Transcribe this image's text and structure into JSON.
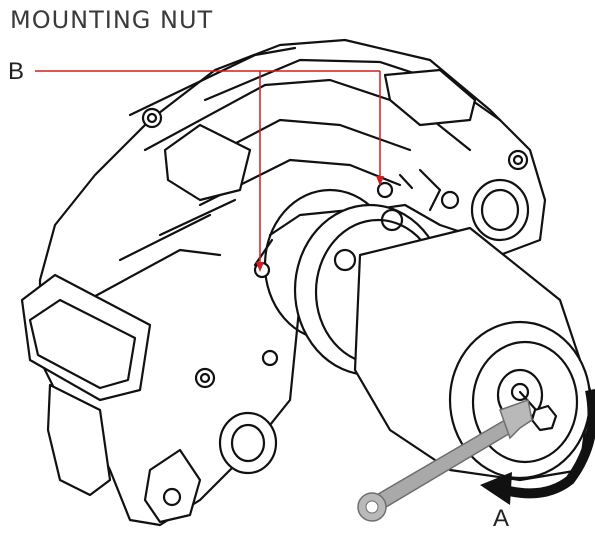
{
  "title": "MOUNTING NUT",
  "callouts": {
    "b": "B",
    "a": "A"
  },
  "colors": {
    "leader": "#d21f1f",
    "wrench": "#a9a9a9",
    "arrow": "#111111",
    "line": "#111111"
  },
  "icons": {
    "wrench": "wrench-icon",
    "rotation": "curved-arrow-icon"
  }
}
